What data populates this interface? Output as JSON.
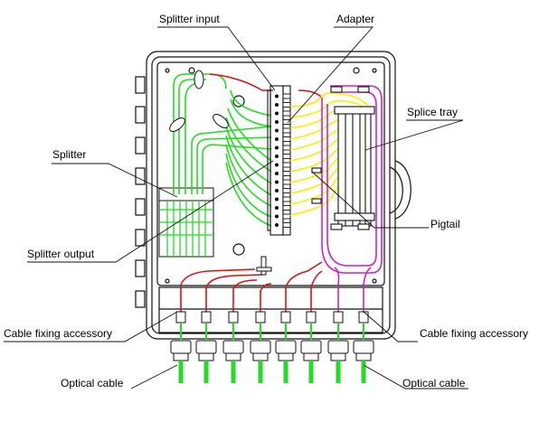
{
  "labels": {
    "splitter_input": "Splitter input",
    "adapter": "Adapter",
    "splice_tray": "Splice tray",
    "splitter": "Splitter",
    "pigtail": "Pigtail",
    "splitter_output": "Splitter output",
    "cable_fixing_left": "Cable fixing accessory",
    "cable_fixing_right": "Cable fixing accessory",
    "optical_cable_left": "Optical cable",
    "optical_cable_right": "Optical cable"
  },
  "colors": {
    "fiber_green": "#22dd22",
    "fiber_red": "#dd1111",
    "fiber_yellow": "#ffee00",
    "fiber_magenta": "#cc22cc",
    "cable_green": "#22dd22",
    "outline": "#111111"
  },
  "counts": {
    "cable_ports": 8,
    "adapters": 16
  }
}
